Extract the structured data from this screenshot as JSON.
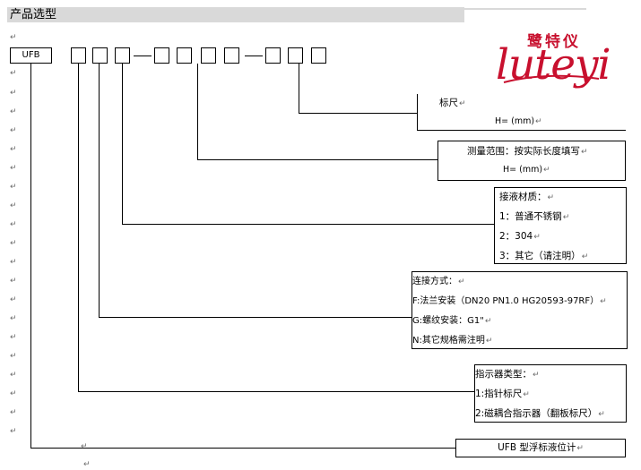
{
  "title": "产品选型",
  "paragraph_mark": "↵",
  "code": {
    "prefix": "UFB",
    "separator": "—"
  },
  "logo": {
    "chinese": "鹭特仪",
    "english": "luteyi"
  },
  "callouts": {
    "scale": {
      "line1": "标尺",
      "line2": "H=     (mm)"
    },
    "range": {
      "line1": "测量范围：按实际长度填写",
      "line2": "H=     (mm)"
    },
    "material": {
      "heading": "接液材质：",
      "options": [
        "1：普通不锈钢",
        "2：304",
        "3：其它（请注明）"
      ]
    },
    "connection": {
      "heading": "连接方式：",
      "options": [
        "F:法兰安装（DN20   PN1.0   HG20593-97RF）",
        "G:螺纹安装：G1\"",
        "N:其它规格需注明"
      ]
    },
    "indicator": {
      "heading": "指示器类型：",
      "options": [
        "1:指针标尺",
        "2:磁耦合指示器（翻板标尺）"
      ]
    },
    "model": {
      "label": "UFB 型浮标液位计"
    }
  }
}
